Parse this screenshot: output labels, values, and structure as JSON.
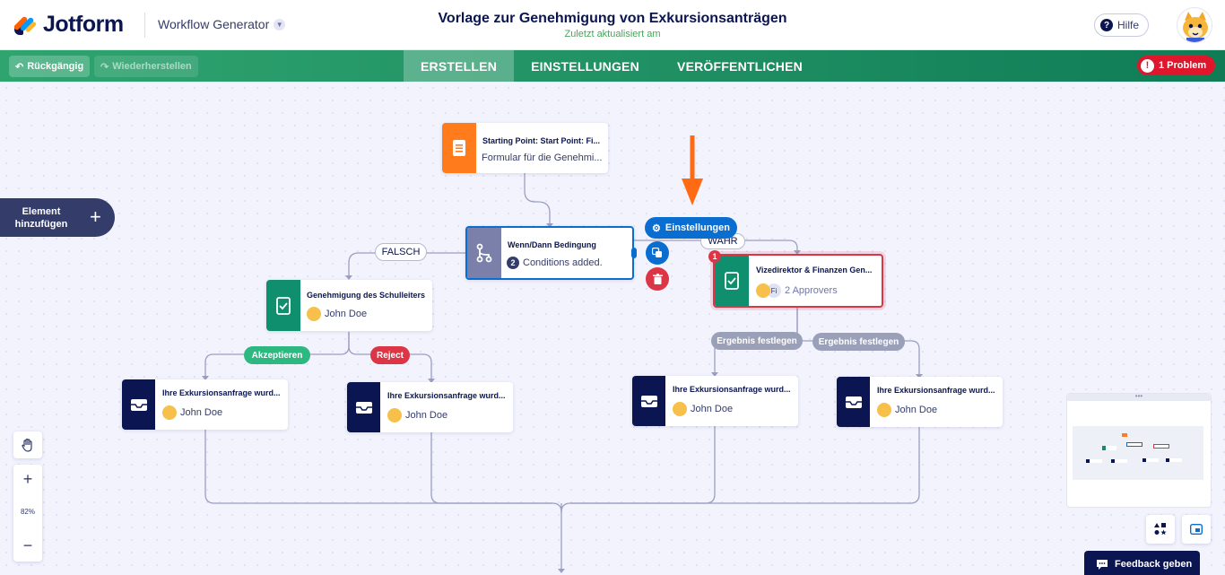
{
  "header": {
    "brand": "Jotform",
    "app_name": "Workflow Generator",
    "title": "Vorlage zur Genehmigung von Exkursionsanträgen",
    "subtitle": "Zuletzt aktualisiert am",
    "help_label": "Hilfe"
  },
  "navbar": {
    "undo_label": "Rückgängig",
    "redo_label": "Wiederherstellen",
    "tabs": [
      {
        "label": "ERSTELLEN",
        "active": true
      },
      {
        "label": "EINSTELLUNGEN",
        "active": false
      },
      {
        "label": "VERÖFFENTLICHEN",
        "active": false
      }
    ],
    "problem_label": "1 Problem"
  },
  "canvas": {
    "add_element_label": "Element hinzufügen",
    "nodes": {
      "start": {
        "title": "Starting Point: Start Point: Fi...",
        "subtitle": "Formular für die Genehmi..."
      },
      "condition": {
        "title": "Wenn/Dann Bedingung",
        "count": "2",
        "subtitle": "Conditions added."
      },
      "principal": {
        "title": "Genehmigung des Schulleiters",
        "person": "John Doe"
      },
      "vice": {
        "title": "Vizedirektor & Finanzen Gen...",
        "error_count": "1",
        "initials": "Fi",
        "subtitle": "2 Approvers"
      },
      "email1": {
        "title": "Ihre Exkursionsanfrage wurd...",
        "person": "John Doe"
      },
      "email2": {
        "title": "Ihre Exkursionsanfrage wurd...",
        "person": "John Doe"
      },
      "email3": {
        "title": "Ihre Exkursionsanfrage wurd...",
        "person": "John Doe"
      },
      "email4": {
        "title": "Ihre Exkursionsanfrage wurd...",
        "person": "John Doe"
      }
    },
    "labels": {
      "false": "FALSCH",
      "true": "WAHR",
      "settings": "Einstellungen",
      "accept": "Akzeptieren",
      "reject": "Reject",
      "set_result_1": "Ergebnis festlegen",
      "set_result_2": "Ergebnis festlegen"
    },
    "zoom": "82%",
    "feedback_label": "Feedback geben"
  },
  "colors": {
    "brand_green": "#1e8e62",
    "start_orange": "#ff7b1c",
    "condition_purple": "#7b80ab",
    "approval_teal": "#0f8f6e",
    "email_navy": "#0a1551",
    "accent_blue": "#0a6ed1",
    "error_red": "#dc3545",
    "annotation_arrow": "#ff6a13"
  }
}
